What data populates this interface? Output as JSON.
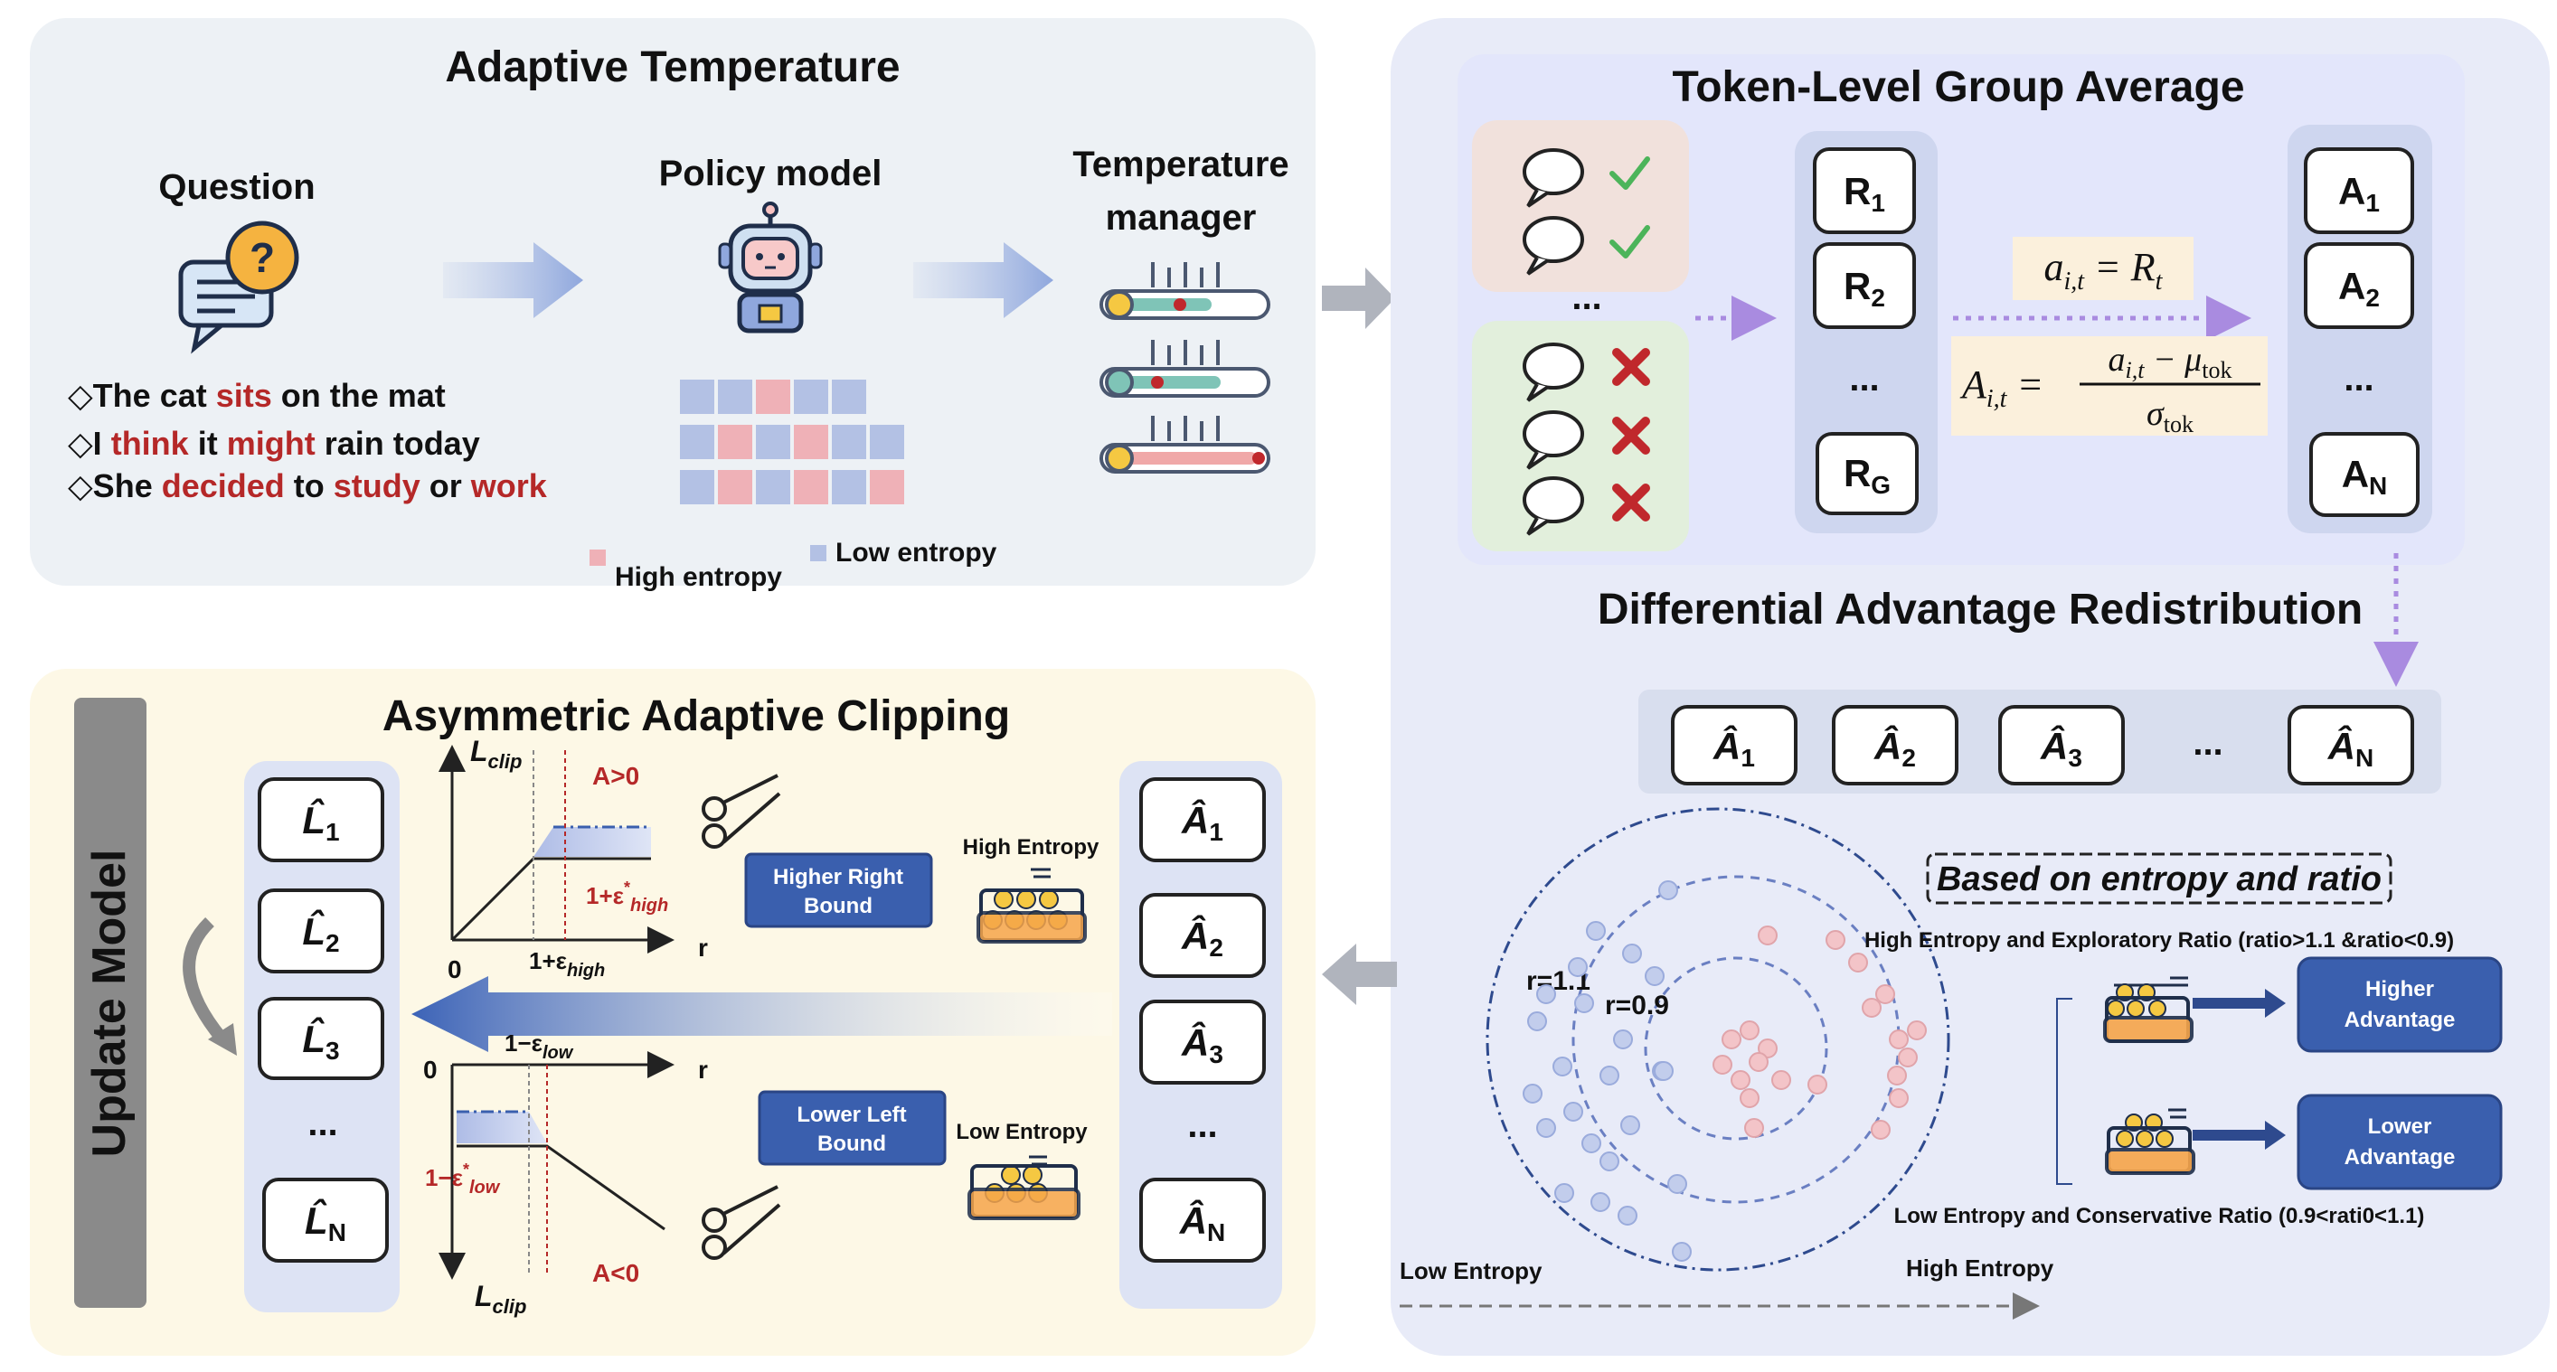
{
  "adaptive_temperature": {
    "title": "Adaptive Temperature",
    "question_label": "Question",
    "policy_label": "Policy model",
    "temp_label_1": "Temperature",
    "temp_label_2": "manager",
    "sentences": [
      [
        "◇The cat ",
        "sits",
        " on the mat"
      ],
      [
        "◇I ",
        "think",
        " it ",
        "might",
        " rain today"
      ],
      [
        "◇She ",
        "decided",
        " to ",
        "study",
        " or ",
        "work"
      ]
    ],
    "legend_high": "High entropy",
    "legend_low": "Low entropy"
  },
  "token_group": {
    "title": "Token-Level Group Average",
    "rewards": [
      "R",
      "R",
      "R"
    ],
    "reward_subs": [
      "1",
      "2",
      "G"
    ],
    "advantages": [
      "A",
      "A",
      "A"
    ],
    "adv_subs": [
      "1",
      "2",
      "N"
    ],
    "ellipsis": "..."
  },
  "differential": {
    "title": "Differential Advantage Redistribution",
    "hat_a": [
      "Â",
      "Â",
      "Â",
      "Â"
    ],
    "hat_subs": [
      "1",
      "2",
      "3",
      "N"
    ],
    "ellipsis": "...",
    "r_outer": "r=1.1",
    "r_inner": "r=0.9",
    "low_axis": "Low Entropy",
    "high_axis": "High Entropy",
    "based_on": "Based on entropy and ratio",
    "high_caption": "High Entropy and Exploratory Ratio (ratio>1.1 &ratio<0.9)",
    "low_caption": "Low Entropy and Conservative Ratio (0.9<rati0<1.1)",
    "higher_adv": [
      "Higher",
      "Advantage"
    ],
    "lower_adv": [
      "Lower",
      "Advantage"
    ]
  },
  "clipping": {
    "title": "Asymmetric Adaptive Clipping",
    "update_model": "Update Model",
    "hat_l": [
      "L̂",
      "L̂",
      "L̂",
      "L̂"
    ],
    "hat_l_subs": [
      "1",
      "2",
      "3",
      "N"
    ],
    "hat_a": [
      "Â",
      "Â",
      "Â",
      "Â"
    ],
    "hat_a_subs": [
      "1",
      "2",
      "3",
      "N"
    ],
    "ellipsis": "...",
    "l_clip": "L",
    "clip_sub": "clip",
    "a_pos": "A>0",
    "a_neg": "A<0",
    "r_axis": "r",
    "zero": "0",
    "eps_high_x": "1+ε",
    "eps_high_x_sub": "high",
    "eps_high_y": "1+ε",
    "eps_high_y_sub": "high",
    "eps_low_x": "1−ε",
    "eps_low_x_sub": "low",
    "eps_low_y": "1−ε",
    "eps_low_y_sub": "low",
    "higher_right": [
      "Higher Right",
      "Bound"
    ],
    "lower_left": [
      "Lower Left",
      "Bound"
    ],
    "high_entropy": "High Entropy",
    "low_entropy": "Low Entropy"
  },
  "colors": {
    "panel_gray": "#edf1f5",
    "panel_lavender": "#e8ebf8",
    "panel_cream": "#fdf8e6",
    "column_blue": "#dde3f4",
    "button_blue": "#3a5fae",
    "accent_red": "#b52828",
    "check_green": "#4cb45a",
    "cross_red": "#c0282c"
  }
}
